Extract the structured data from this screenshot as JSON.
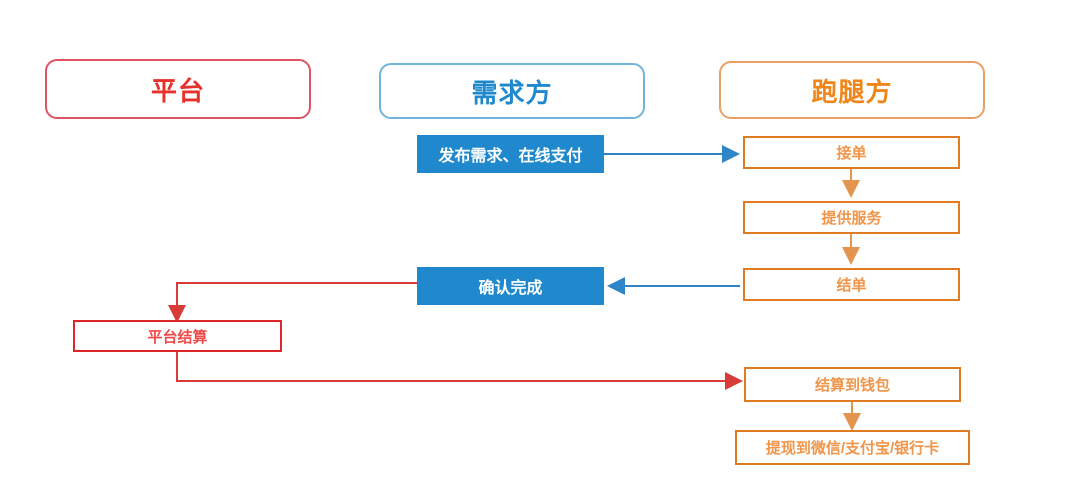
{
  "diagram": {
    "title_lanes": [
      {
        "id": "platform",
        "label": "平台",
        "color": "#e8312a",
        "border": "#e05363"
      },
      {
        "id": "demander",
        "label": "需求方",
        "color": "#2089ce",
        "border": "#72b4dd"
      },
      {
        "id": "runner",
        "label": "跑腿方",
        "color": "#f08519",
        "border": "#e9a063"
      }
    ],
    "nodes": [
      {
        "id": "publish-pay",
        "label": "发布需求、在线支付",
        "style": "filled-blue"
      },
      {
        "id": "confirm-done",
        "label": "确认完成",
        "style": "filled-blue"
      },
      {
        "id": "accept-order",
        "label": "接单",
        "style": "outline-orange"
      },
      {
        "id": "provide-svc",
        "label": "提供服务",
        "style": "outline-orange"
      },
      {
        "id": "close-order",
        "label": "结单",
        "style": "outline-orange"
      },
      {
        "id": "settle-wallet",
        "label": "结算到钱包",
        "style": "outline-orange"
      },
      {
        "id": "withdraw",
        "label": "提现到微信/支付宝/银行卡",
        "style": "outline-orange"
      },
      {
        "id": "platform-settle",
        "label": "平台结算",
        "style": "outline-red"
      }
    ],
    "edges": [
      {
        "id": "publish-to-accept",
        "from": "publish-pay",
        "to": "accept-order",
        "color": "#2e86c8"
      },
      {
        "id": "accept-to-provide",
        "from": "accept-order",
        "to": "provide-svc",
        "color": "#e3954e"
      },
      {
        "id": "provide-to-close",
        "from": "provide-svc",
        "to": "close-order",
        "color": "#e3954e"
      },
      {
        "id": "close-to-confirm",
        "from": "close-order",
        "to": "confirm-done",
        "color": "#2e86c8"
      },
      {
        "id": "confirm-to-settle",
        "from": "confirm-done",
        "to": "platform-settle",
        "color": "#d93a3a"
      },
      {
        "id": "settle-to-wallet",
        "from": "platform-settle",
        "to": "settle-wallet",
        "color": "#d93a3a"
      },
      {
        "id": "wallet-to-withdraw",
        "from": "settle-wallet",
        "to": "withdraw",
        "color": "#e3954e"
      }
    ],
    "colors": {
      "red": "#e8312a",
      "blue": "#2089ce",
      "orange": "#f08519",
      "blue_fill": "#2089ce",
      "background": "#ffffff"
    }
  }
}
